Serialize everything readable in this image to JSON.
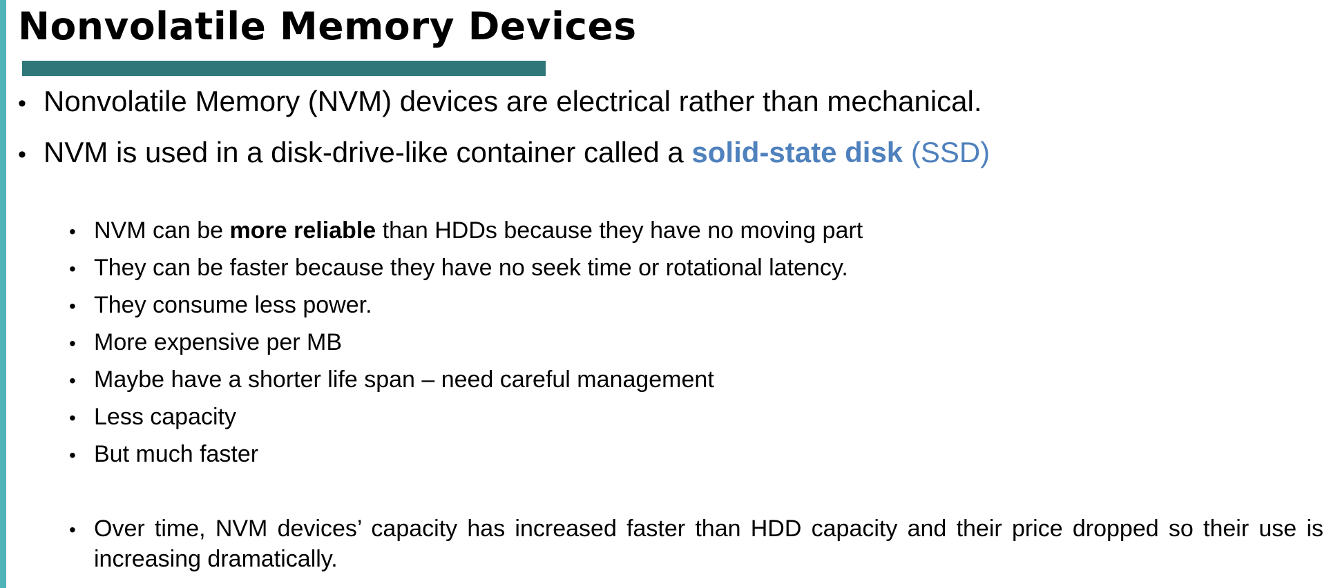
{
  "title": "Nonvolatile Memory Devices",
  "colors": {
    "accent_bar": "#4fb3b8",
    "title_underline": "#2f7779",
    "link": "#4f81bd"
  },
  "bullets": [
    {
      "text": "Nonvolatile Memory (NVM) devices are electrical rather than mechanical."
    },
    {
      "prefix": "NVM is used in a disk-drive-like container called a ",
      "highlight": "solid-state disk",
      "suffix": " (SSD)"
    }
  ],
  "sub_bullets": [
    {
      "pre": "NVM can be ",
      "bold": "more reliable",
      "post": " than HDDs because they have no moving part"
    },
    {
      "text": "They can be faster because they have no seek time or rotational latency."
    },
    {
      "text": "They consume less power."
    },
    {
      "text": "More expensive per MB"
    },
    {
      "text": "Maybe have a shorter life span – need careful management"
    },
    {
      "text": "Less capacity"
    },
    {
      "text": "But much faster"
    }
  ],
  "final_bullet": {
    "text": "Over time, NVM devices’ capacity has increased faster than HDD capacity and their price dropped so their use is increasing dramatically."
  },
  "bullet_glyph": "•"
}
